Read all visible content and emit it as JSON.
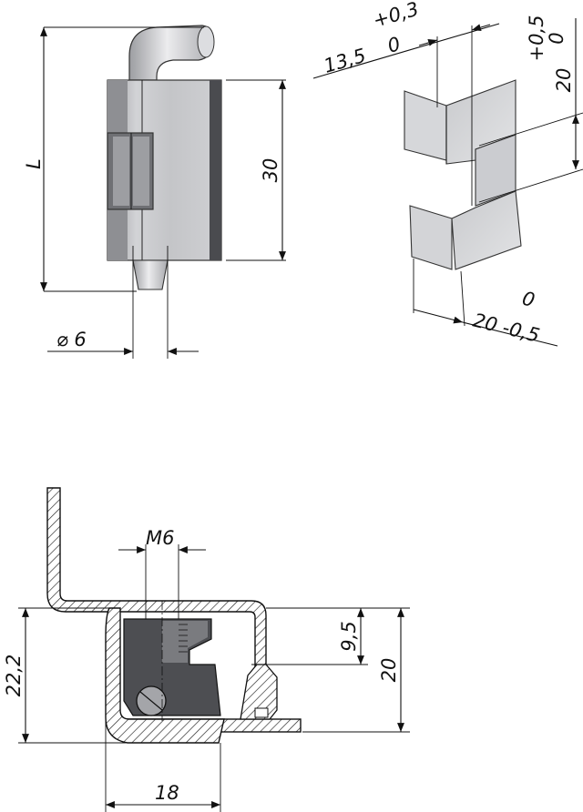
{
  "colors": {
    "body_light": "#d9dadc",
    "body_mid": "#b8b9bc",
    "body_dark": "#8e8f93",
    "edge_dark": "#4a4b4f",
    "section_dark": "#4d4e52",
    "section_mid": "#8a8b8f",
    "hatch": "#222222",
    "line": "#111111"
  },
  "views": {
    "top_left": {
      "length_label": "L",
      "height_label": "30",
      "diameter_label": "⌀ 6"
    },
    "top_right": {
      "width_tol_upper": "+0,3",
      "width_tol_lower": "0",
      "width_value": "13,5",
      "height_tol_upper": "+0,5",
      "height_tol_lower": "0",
      "height_value": "20",
      "depth_tol_upper": "0",
      "depth_value": "20 -0,5"
    },
    "bottom": {
      "thread_label": "M6",
      "height_left_label": "22,2",
      "offset_label": "9,5",
      "height_right_label": "20",
      "width_label": "18"
    }
  }
}
